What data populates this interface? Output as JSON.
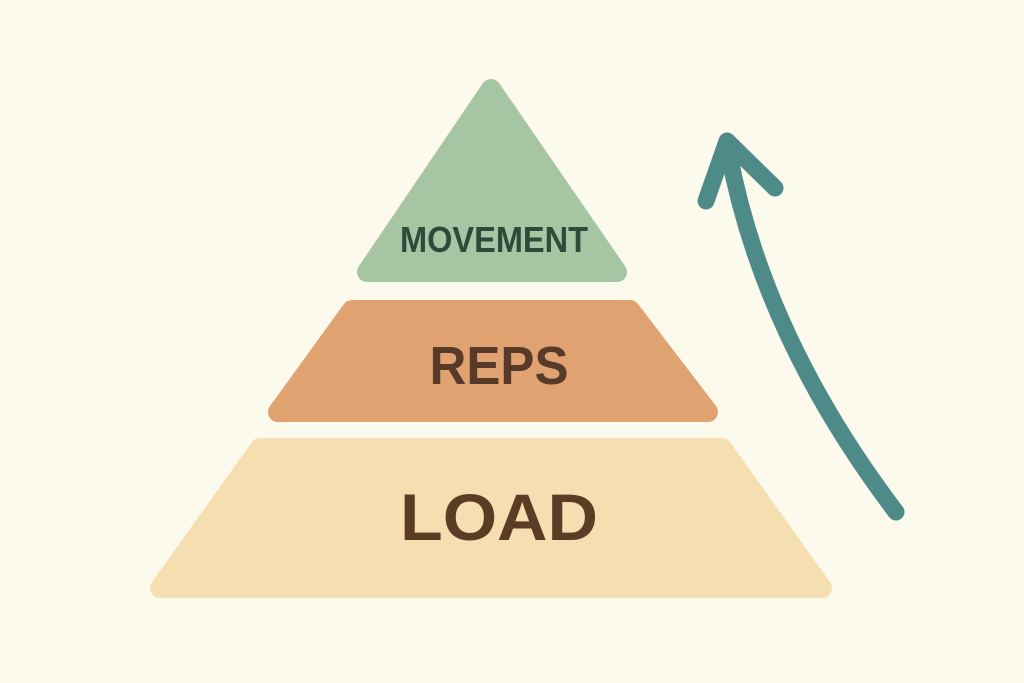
{
  "background_color": "#fcf9ed",
  "pyramid": {
    "tiers": [
      {
        "label": "MOVEMENT",
        "fill": "#a6c5a2",
        "text_color": "#2e4a3b"
      },
      {
        "label": "REPS",
        "fill": "#e1a271",
        "text_color": "#573b28"
      },
      {
        "label": "LOAD",
        "fill": "#f5dfb0",
        "text_color": "#5d3c26"
      }
    ]
  },
  "arrow": {
    "icon": "curved-up-arrow-icon",
    "color": "#4e8a87"
  }
}
